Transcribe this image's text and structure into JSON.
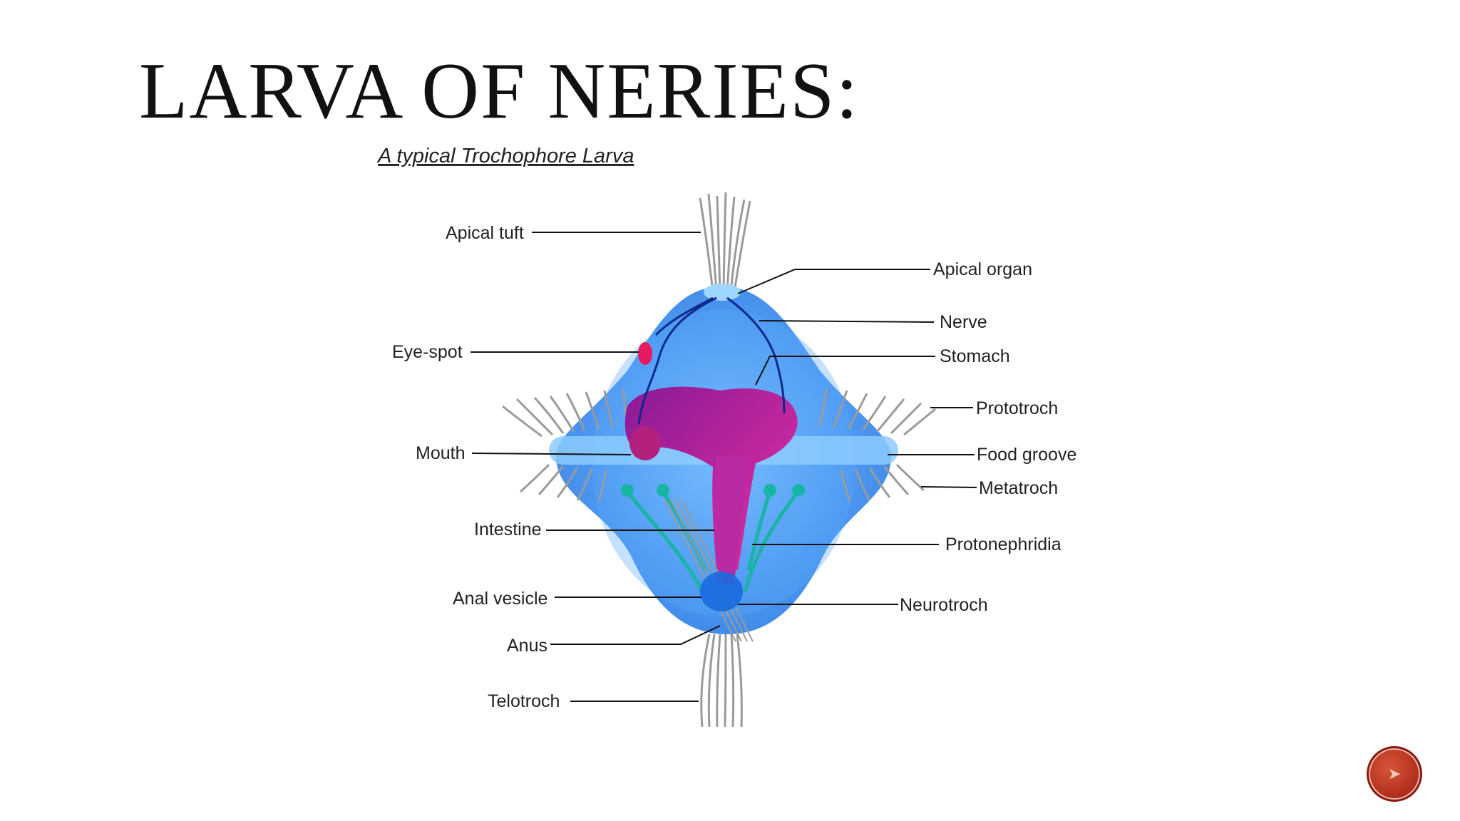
{
  "slide": {
    "title": "LARVA OF NERIES:",
    "caption": "A typical Trochophore Larva"
  },
  "diagram": {
    "labels": {
      "apical_tuft": "Apical tuft",
      "apical_organ": "Apical organ",
      "nerve": "Nerve",
      "eye_spot": "Eye-spot",
      "stomach": "Stomach",
      "prototroch": "Prototroch",
      "mouth": "Mouth",
      "food_groove": "Food groove",
      "metatroch": "Metatroch",
      "intestine": "Intestine",
      "protonephridia": "Protonephridia",
      "anal_vesicle": "Anal vesicle",
      "neurotroch": "Neurotroch",
      "anus": "Anus",
      "telotroch": "Telotroch"
    },
    "colors": {
      "body": "#3d8ef0",
      "body_light": "#7cc0ff",
      "gut": "#9b1f9f",
      "gut_highlight": "#e0309a",
      "eye_spot": "#e8195f",
      "nerve": "#0a2a8a",
      "protonephridia": "#18b4a4",
      "cilia": "#9a9a9a"
    }
  },
  "navigation": {
    "next_icon": "arrow-icon"
  }
}
